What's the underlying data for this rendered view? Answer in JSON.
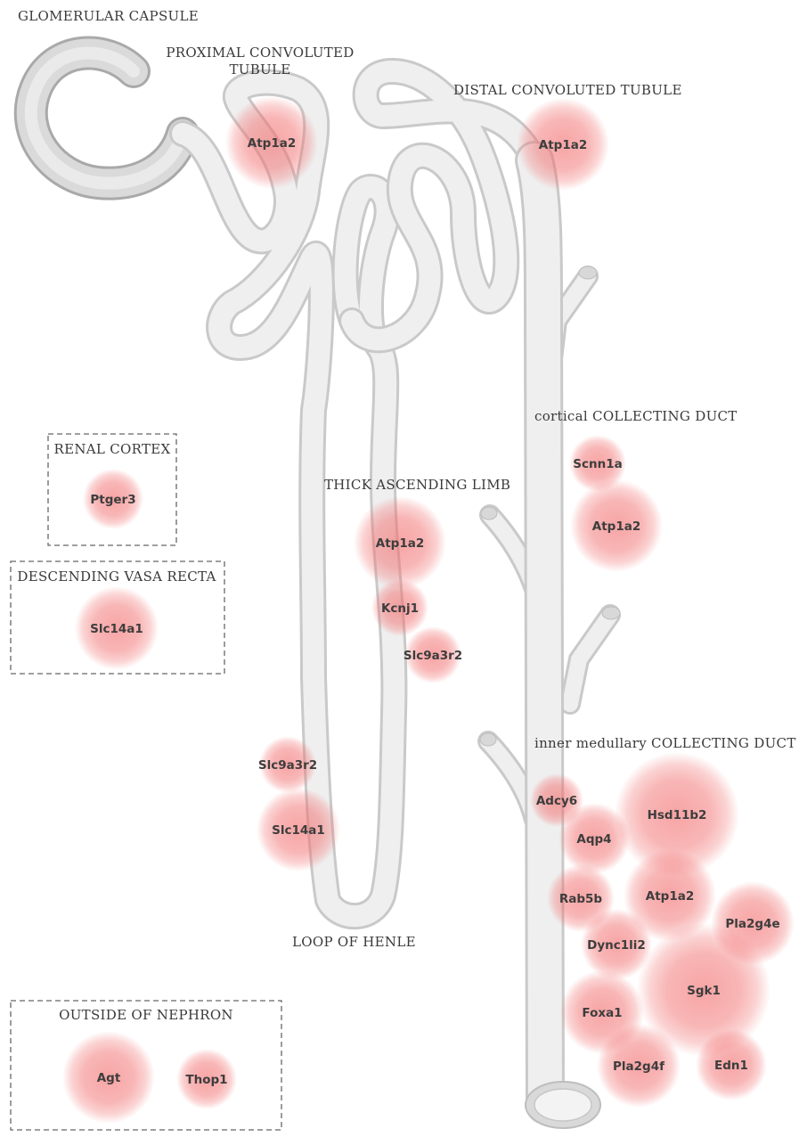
{
  "colors": {
    "spot": "#f26d6d",
    "tubule_fill": "#ececec",
    "tubule_edge": "#c4c4c4",
    "capsule_fill": "#d9d9d9",
    "label_text": "#3a3a3a"
  },
  "regions": {
    "glomerular_capsule": "GLOMERULAR CAPSULE",
    "proximal_line1": "PROXIMAL CONVOLUTED",
    "proximal_line2": "TUBULE",
    "distal": "DISTAL CONVOLUTED TUBULE",
    "thick_ascending": "THICK ASCENDING LIMB",
    "loop_of_henle": "LOOP OF HENLE",
    "cortical_cd": "cortical COLLECTING DUCT",
    "inner_medullary_cd": "inner medullary COLLECTING DUCT",
    "renal_cortex": "RENAL CORTEX",
    "descending_vasa_recta": "DESCENDING VASA RECTA",
    "outside_nephron": "OUTSIDE OF NEPHRON"
  },
  "genes": [
    {
      "id": "pct-atp1a2",
      "label": "Atp1a2",
      "region": "proximal convoluted tubule"
    },
    {
      "id": "dct-atp1a2",
      "label": "Atp1a2",
      "region": "distal convoluted tubule"
    },
    {
      "id": "tal-atp1a2",
      "label": "Atp1a2",
      "region": "thick ascending limb"
    },
    {
      "id": "tal-kcnj1",
      "label": "Kcnj1",
      "region": "thick ascending limb"
    },
    {
      "id": "tal-slc9a3r2",
      "label": "Slc9a3r2",
      "region": "thick ascending limb"
    },
    {
      "id": "loh-slc9a3r2",
      "label": "Slc9a3r2",
      "region": "loop of henle"
    },
    {
      "id": "loh-slc14a1",
      "label": "Slc14a1",
      "region": "loop of henle"
    },
    {
      "id": "ccd-scnn1a",
      "label": "Scnn1a",
      "region": "cortical collecting duct"
    },
    {
      "id": "ccd-atp1a2",
      "label": "Atp1a2",
      "region": "cortical collecting duct"
    },
    {
      "id": "rc-ptger3",
      "label": "Ptger3",
      "region": "renal cortex"
    },
    {
      "id": "dvr-slc14a1",
      "label": "Slc14a1",
      "region": "descending vasa recta"
    },
    {
      "id": "imcd-adcy6",
      "label": "Adcy6",
      "region": "inner medullary collecting duct"
    },
    {
      "id": "imcd-hsd11b2",
      "label": "Hsd11b2",
      "region": "inner medullary collecting duct"
    },
    {
      "id": "imcd-aqp4",
      "label": "Aqp4",
      "region": "inner medullary collecting duct"
    },
    {
      "id": "imcd-rab5b",
      "label": "Rab5b",
      "region": "inner medullary collecting duct"
    },
    {
      "id": "imcd-atp1a2",
      "label": "Atp1a2",
      "region": "inner medullary collecting duct"
    },
    {
      "id": "imcd-pla2g4e",
      "label": "Pla2g4e",
      "region": "inner medullary collecting duct"
    },
    {
      "id": "imcd-dync1li2",
      "label": "Dync1li2",
      "region": "inner medullary collecting duct"
    },
    {
      "id": "imcd-sgk1",
      "label": "Sgk1",
      "region": "inner medullary collecting duct"
    },
    {
      "id": "imcd-foxa1",
      "label": "Foxa1",
      "region": "inner medullary collecting duct"
    },
    {
      "id": "imcd-pla2g4f",
      "label": "Pla2g4f",
      "region": "inner medullary collecting duct"
    },
    {
      "id": "imcd-edn1",
      "label": "Edn1",
      "region": "inner medullary collecting duct"
    },
    {
      "id": "out-agt",
      "label": "Agt",
      "region": "outside of nephron"
    },
    {
      "id": "out-thop1",
      "label": "Thop1",
      "region": "outside of nephron"
    }
  ]
}
